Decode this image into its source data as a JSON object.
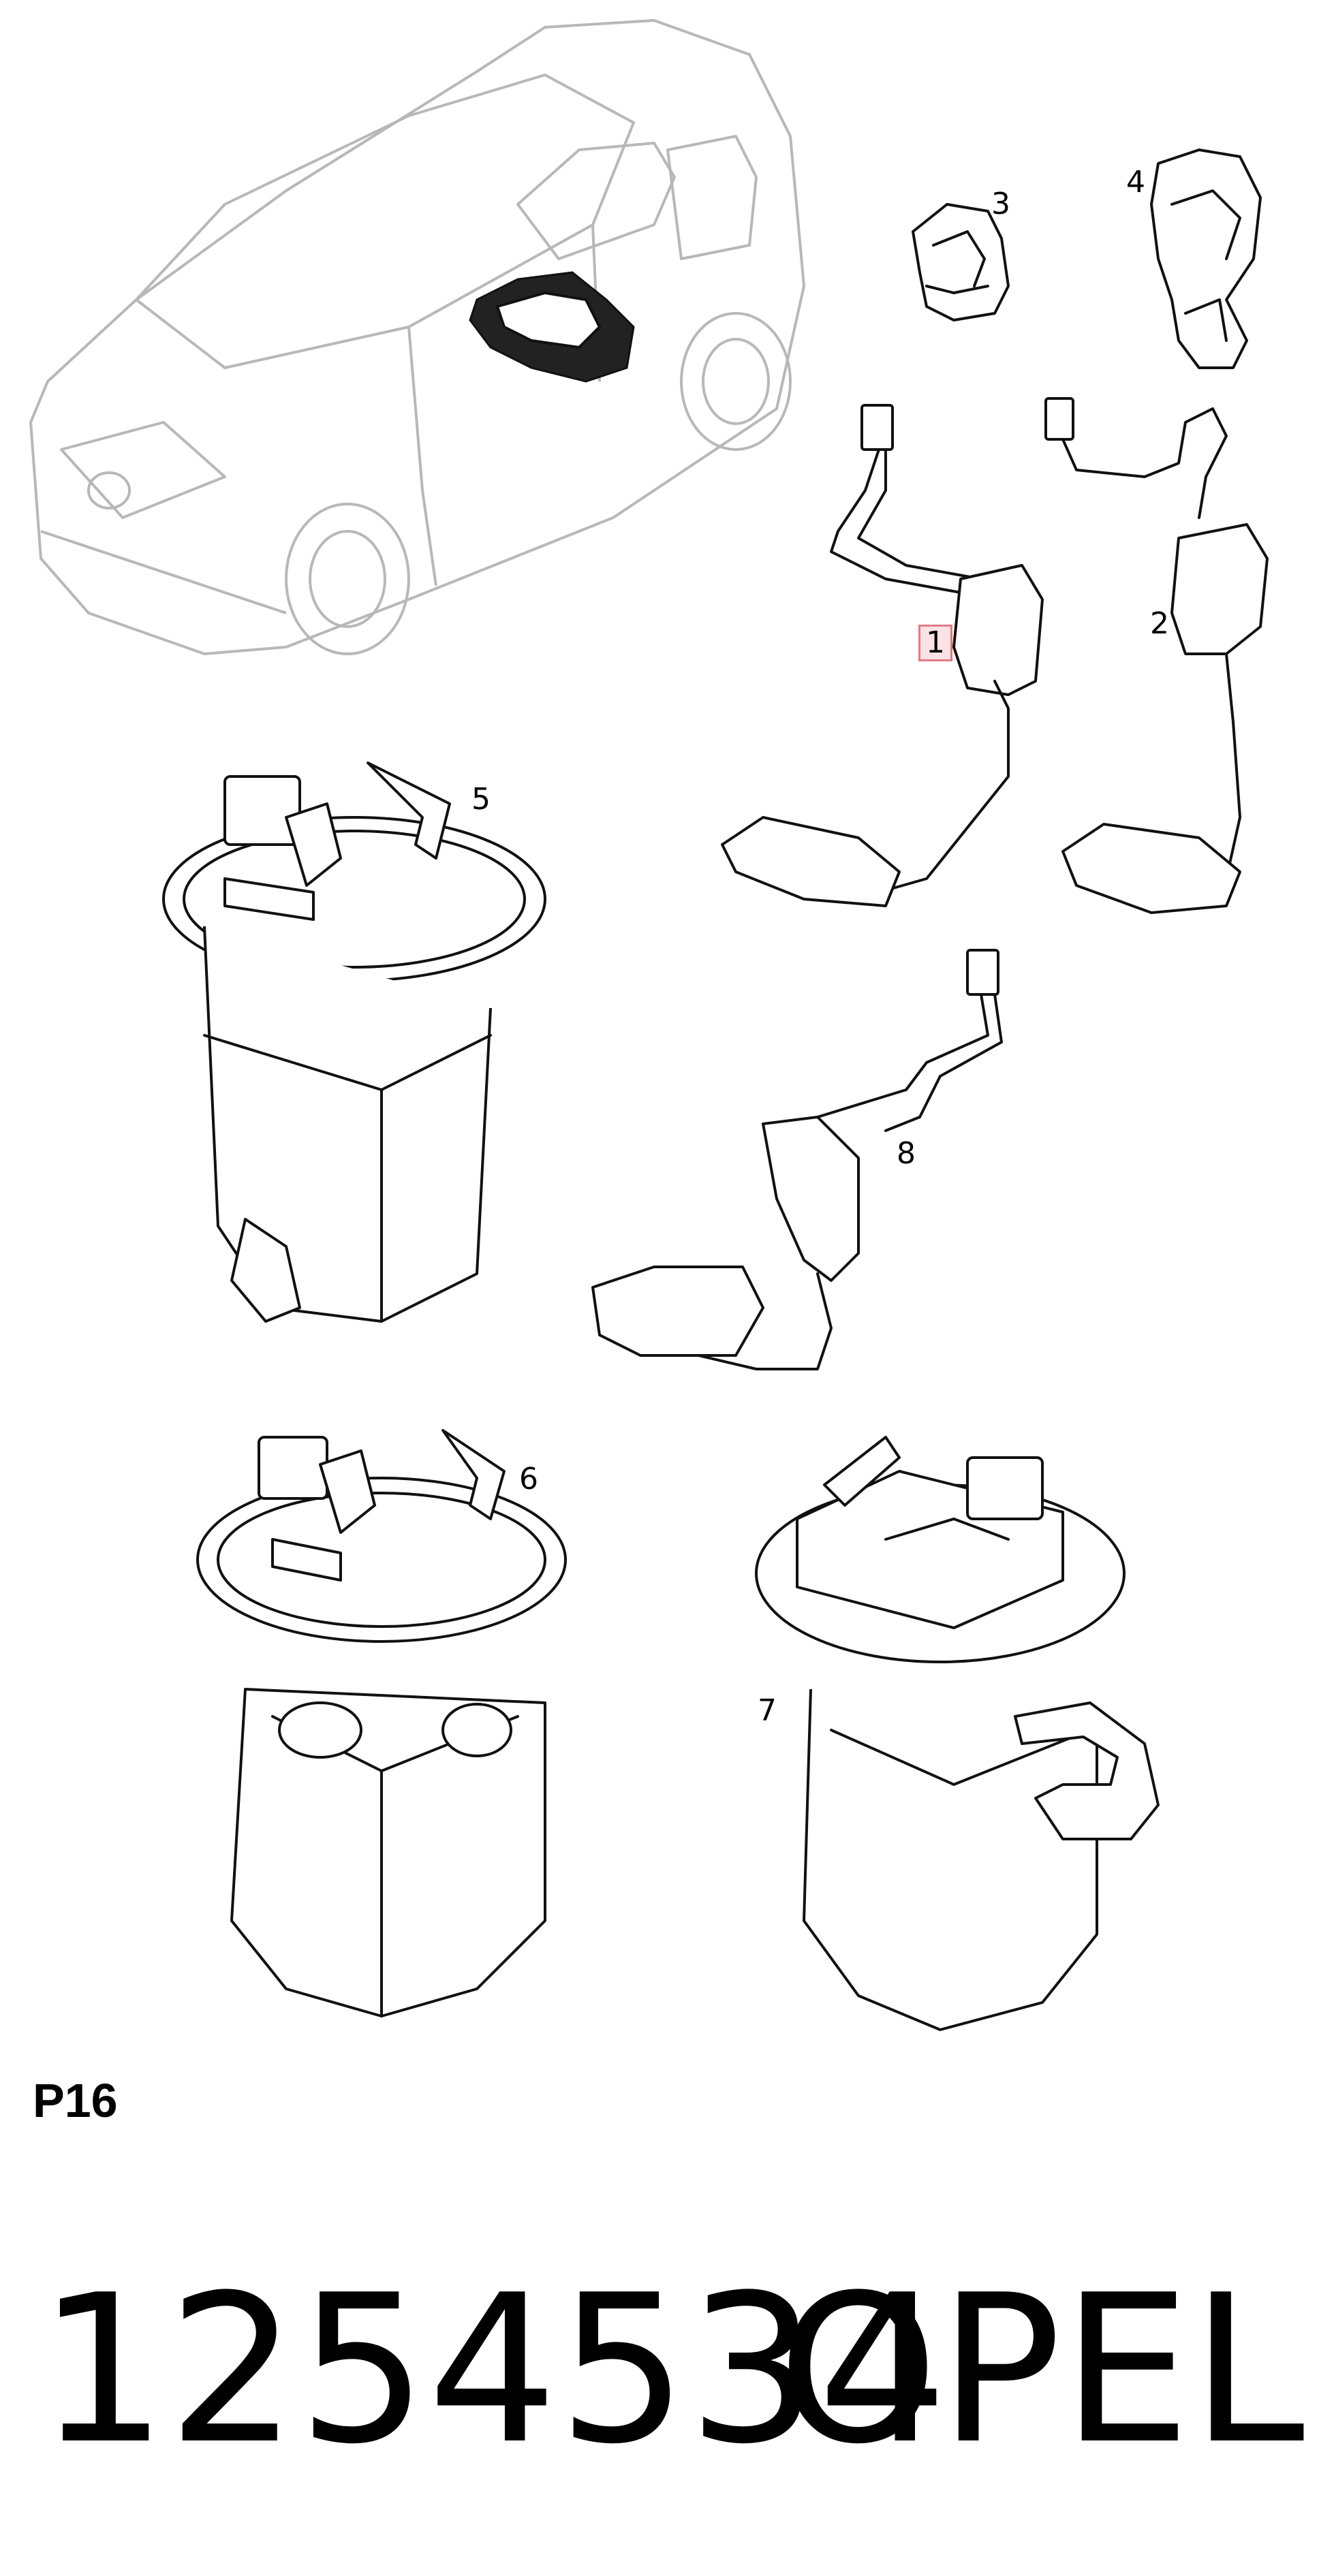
{
  "callouts": {
    "c1": "1",
    "c2": "2",
    "c3": "3",
    "c4": "4",
    "c5": "5",
    "c6": "6",
    "c7": "7",
    "c8": "8"
  },
  "section_code": "P16",
  "footer": {
    "part_number": "1254534",
    "brand": "OPEL"
  },
  "colors": {
    "highlight_border": "#e07b84",
    "highlight_fill": "#fbe3e5",
    "car_outline": "#b8b8b8",
    "line_art": "#111111"
  }
}
